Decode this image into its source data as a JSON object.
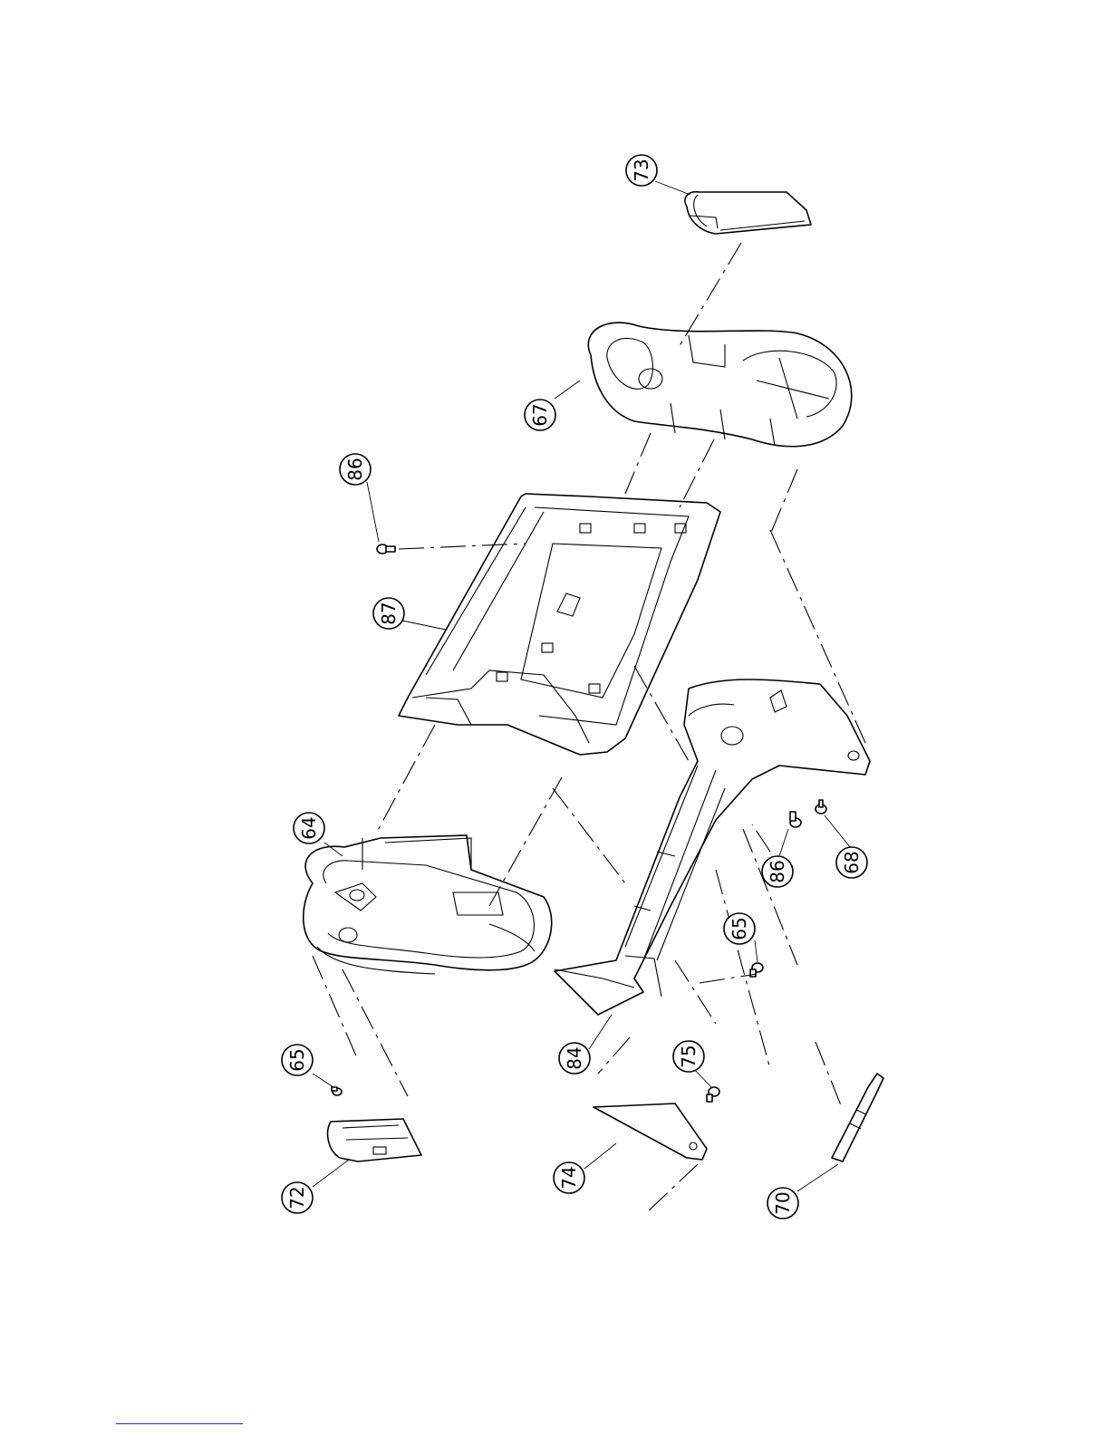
{
  "callouts": [
    {
      "id": "73",
      "label": "73"
    },
    {
      "id": "67",
      "label": "67"
    },
    {
      "id": "86a",
      "label": "86"
    },
    {
      "id": "87",
      "label": "87"
    },
    {
      "id": "64",
      "label": "64"
    },
    {
      "id": "86b",
      "label": "86"
    },
    {
      "id": "68",
      "label": "68"
    },
    {
      "id": "65a",
      "label": "65"
    },
    {
      "id": "65b",
      "label": "65"
    },
    {
      "id": "84",
      "label": "84"
    },
    {
      "id": "75",
      "label": "75"
    },
    {
      "id": "74",
      "label": "74"
    },
    {
      "id": "72",
      "label": "72"
    },
    {
      "id": "70",
      "label": "70"
    }
  ],
  "colors": {
    "line": "#000000",
    "background": "#ffffff",
    "link": "#2222cc"
  }
}
